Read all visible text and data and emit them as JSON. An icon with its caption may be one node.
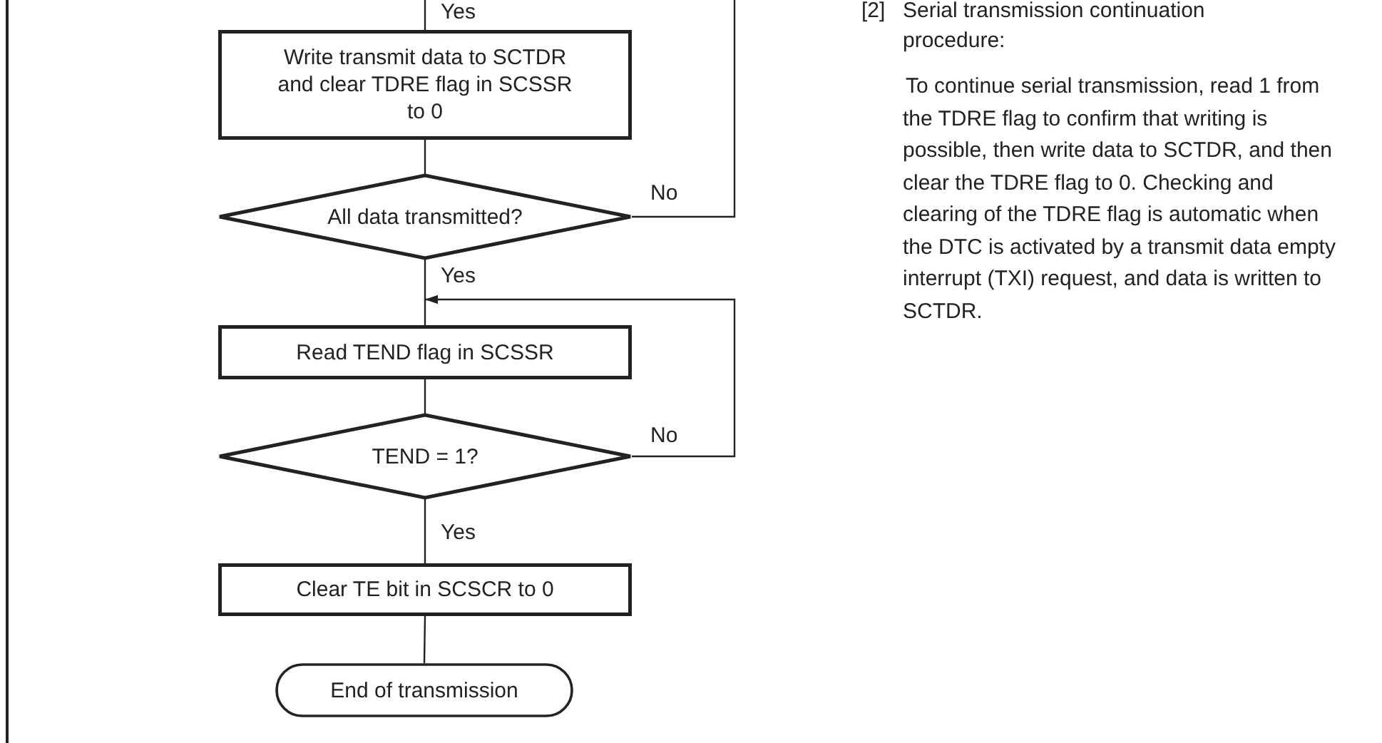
{
  "diagram": {
    "nodes": [
      {
        "text": [
          "Write transmit data to SCTDR and clear TDRE flag in SCSSR to 0"
        ]
      },
      {
        "text": [
          "All data transmitted?"
        ]
      },
      {
        "text": [
          "Read TEND flag in SCSSR"
        ]
      },
      {
        "text": [
          "TEND = 1?"
        ]
      },
      {
        "text": [
          "Clear TE bit in SCSCR to 0"
        ]
      },
      {
        "text": [
          "End of transmission"
        ]
      }
    ],
    "edges": [
      {
        "from": null,
        "to": 0,
        "arrow": "none",
        "label": "Yes"
      },
      {
        "from": 0,
        "to": 1,
        "arrow": "none"
      },
      {
        "from": 1,
        "to": null,
        "arrow": "none",
        "label": "No"
      },
      {
        "from": 1,
        "to": 2,
        "arrow": "none",
        "label": "Yes"
      },
      {
        "from": 3,
        "to": 2,
        "arrow": "to",
        "label": "No"
      },
      {
        "from": 2,
        "to": 3,
        "arrow": "none"
      },
      {
        "from": 3,
        "to": 4,
        "arrow": "none",
        "label": "Yes"
      },
      {
        "from": 4,
        "to": 5,
        "arrow": "none"
      }
    ],
    "labels": [
      "[2]",
      "Serial transmission continuation procedure:",
      "To continue serial transmission, read 1 from the TDRE flag to confirm that writing is possible, then write data to SCTDR, and then clear the TDRE flag to 0. Checking and clearing of the TDRE flag is automatic when the DTC is activated by a transmit data empty interrupt (TXI) request, and data is written to SCTDR."
    ]
  }
}
